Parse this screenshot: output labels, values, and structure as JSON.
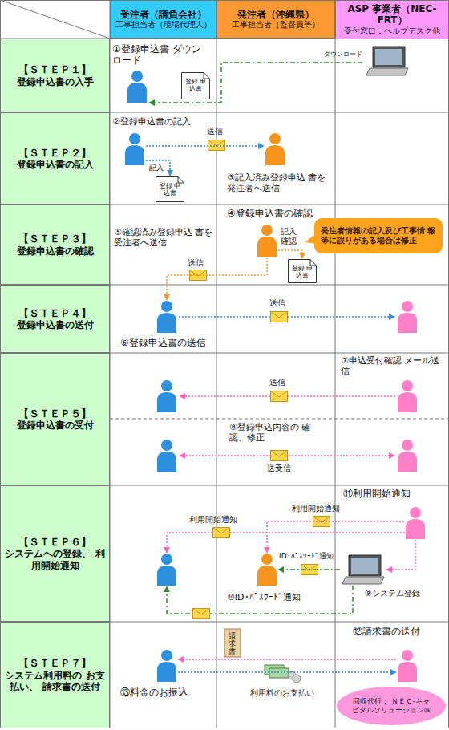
{
  "diagram": {
    "nodes": [
      {
        "text": [
          "受注者（請負会社）",
          "工事担当者（現場代理人）"
        ]
      },
      {
        "text": [
          "発注者（沖縄県）",
          "工事担当者（監督員等）"
        ]
      },
      {
        "text": [
          "ASP 事業者（NEC-FRT）",
          "受付窓口：ヘルプデスク他"
        ]
      },
      {
        "text": [
          "【ＳＴＥＰ１】",
          "登録申込書の入手"
        ]
      },
      {
        "text": [
          "【ＳＴＥＰ２】",
          "登録申込書の記入"
        ]
      },
      {
        "text": [
          "【ＳＴＥＰ３】",
          "登録申込書の確認"
        ]
      },
      {
        "text": [
          "【ＳＴＥＰ４】",
          "登録申込書の送付"
        ]
      },
      {
        "text": [
          "【ＳＴＥＰ５】",
          "登録申込書の受付"
        ]
      },
      {
        "text": [
          "【ＳＴＥＰ６】",
          "システムへの登録、 利用開始通知"
        ]
      },
      {
        "text": [
          "【ＳＴＥＰ７】",
          "システム利用料の お支払い、 請求書の送付"
        ]
      },
      {
        "text": [
          "①登録申込書 ダウンロード"
        ]
      },
      {
        "text": [
          "登録 申込書"
        ]
      },
      {
        "text": [
          "②登録申込書の記入"
        ]
      },
      {
        "text": [
          "登録 申込書"
        ]
      },
      {
        "text": [
          "③記入済み登録申込 書を発注者へ送信"
        ]
      },
      {
        "text": [
          "④登録申込書の確認"
        ]
      },
      {
        "text": [
          "発注者情報の記入及び工事情 報等に誤りがある場合は修正"
        ]
      },
      {
        "text": [
          "登録 申込書"
        ]
      },
      {
        "text": [
          "⑥登録申込書の送信"
        ]
      },
      {
        "text": [
          "⑦申込受付確認 メール送信"
        ]
      },
      {
        "text": [
          "⑪利用開始通知"
        ]
      },
      {
        "text": [
          "⑨システム登録"
        ]
      },
      {
        "text": [
          "⑩ID・ﾊﾟｽﾜｰﾄﾞ通知"
        ]
      },
      {
        "text": [
          "⑫請求書の送付"
        ]
      },
      {
        "text": [
          "⑬料金のお振込"
        ]
      },
      {
        "text": [
          "回収代行： ＮＥＣ-キャピタルソリューション㈱"
        ]
      }
    ],
    "edges": [
      {
        "from": 12,
        "to": 14,
        "label": "送信",
        "arrow": "to"
      },
      {
        "from": 12,
        "to": 13,
        "label": "記入",
        "arrow": "to"
      },
      {
        "from": 15,
        "to": 17,
        "label": "記入 確認",
        "arrow": "to"
      },
      {
        "from": 15,
        "to": 18,
        "label": "送信",
        "arrow": "to"
      },
      {
        "from": 20,
        "to": 21,
        "arrow": "to"
      },
      {
        "from": 21,
        "to": 22,
        "label": "ID・ﾊﾟｽﾜｰﾄﾞ通知",
        "arrow": "to"
      },
      {
        "from": 20,
        "to": 22,
        "label": "利用開始通知",
        "arrow": "to"
      },
      {
        "from": 23,
        "to": 24,
        "label": "請求書",
        "arrow": "to"
      },
      {
        "from": 24,
        "to": 23,
        "label": "利用料のお支払い",
        "arrow": "to"
      }
    ],
    "labels": [
      "ダウンロード",
      "⑤確認済み登録申込 書を受注者へ送信",
      "送信",
      "送信",
      "⑧登録申込内容の 確認、修正",
      "送受信",
      "利用開始通知"
    ]
  }
}
